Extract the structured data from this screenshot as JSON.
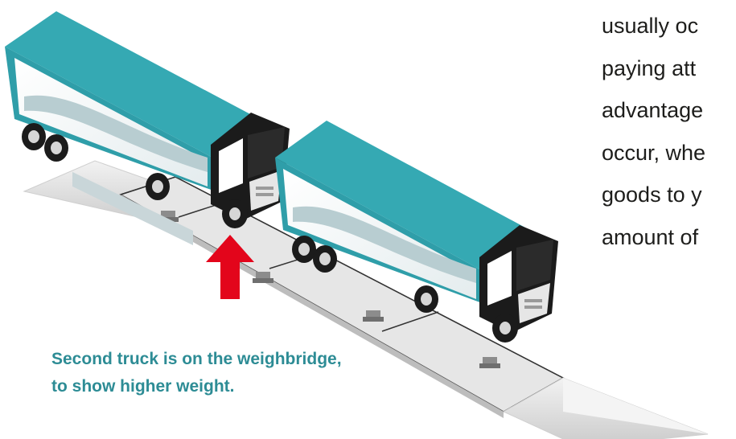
{
  "body_text": {
    "lines": [
      "usually oc",
      "paying att",
      "advantage",
      "occur, whe",
      "goods to y",
      "amount of"
    ]
  },
  "caption": {
    "lines": [
      "Second truck is on the weighbridge,",
      "to show higher weight."
    ]
  },
  "colors": {
    "trailer_teal": "#2f9ea9",
    "trailer_top": "#35a9b3",
    "cab_black": "#1b1b1b",
    "arrow_red": "#e3051b",
    "caption_teal": "#2d8c95",
    "body_text": "#1d1d1b",
    "platform": "#e6e6e6"
  }
}
